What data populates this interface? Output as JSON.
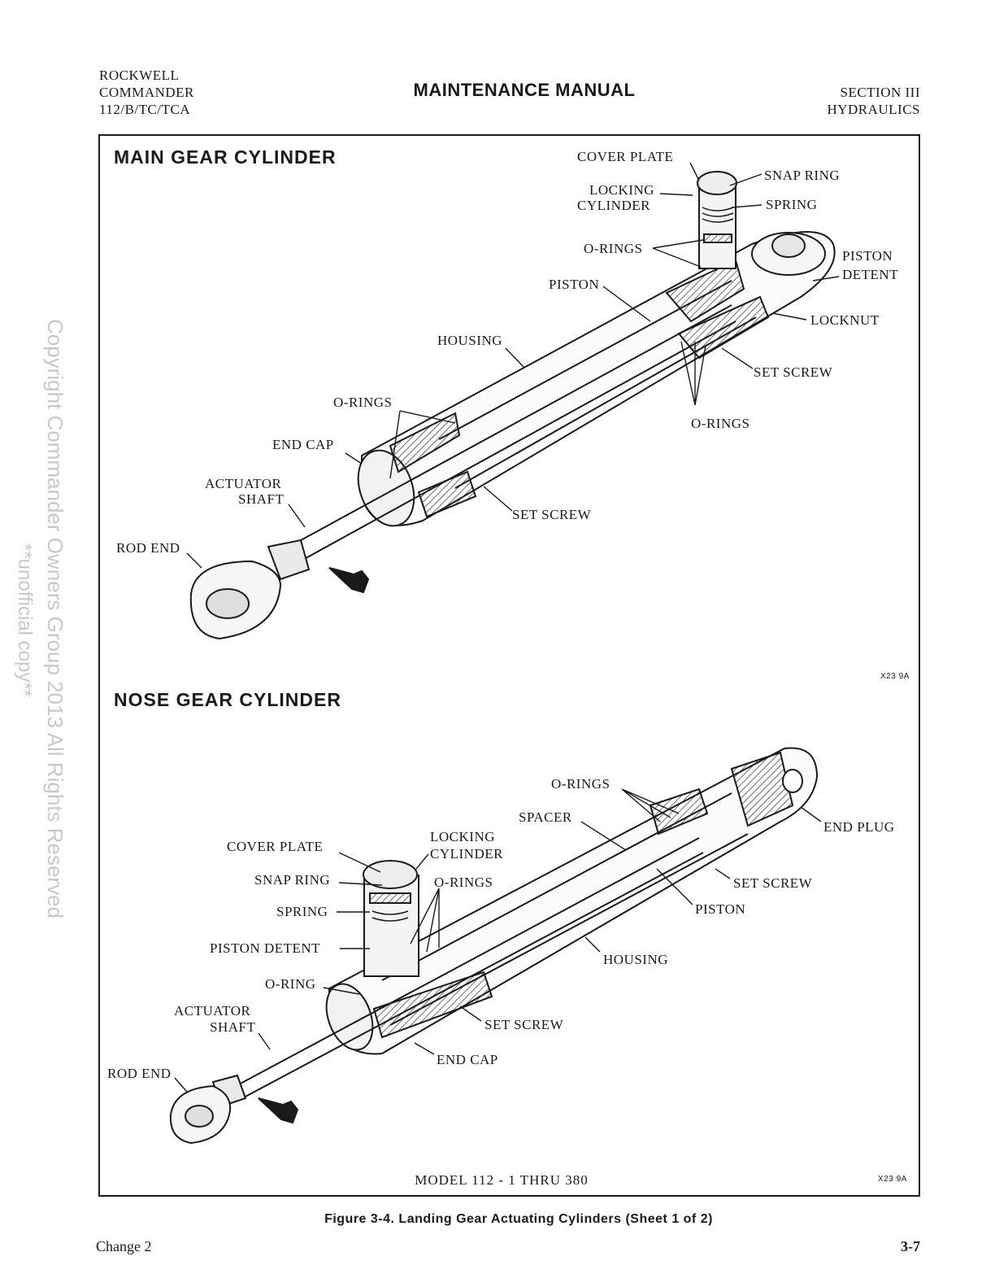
{
  "header": {
    "left_lines": [
      "ROCKWELL",
      "COMMANDER",
      "112/B/TC/TCA"
    ],
    "title": "MAINTENANCE MANUAL",
    "right_lines": [
      "SECTION III",
      "HYDRAULICS"
    ]
  },
  "watermark": {
    "line1": "Copyright Commander Owners Group 2013 All Rights Reserved",
    "line2": "**unofficial copy**"
  },
  "main_gear": {
    "title": "MAIN GEAR CYLINDER",
    "labels": {
      "cover_plate": "COVER PLATE",
      "snap_ring": "SNAP RING",
      "locking": "LOCKING",
      "cylinder": "CYLINDER",
      "spring": "SPRING",
      "o_rings_top": "O-RINGS",
      "piston_detent_1": "PISTON",
      "piston_detent_2": "DETENT",
      "piston": "PISTON",
      "locknut": "LOCKNUT",
      "housing": "HOUSING",
      "set_screw_right": "SET SCREW",
      "o_rings_left": "O-RINGS",
      "o_rings_right": "O-RINGS",
      "end_cap": "END CAP",
      "actuator": "ACTUATOR",
      "shaft": "SHAFT",
      "set_screw_lower": "SET SCREW",
      "rod_end": "ROD END"
    },
    "drawing_code": "X23 9A"
  },
  "nose_gear": {
    "title": "NOSE GEAR CYLINDER",
    "labels": {
      "o_rings_top": "O-RINGS",
      "spacer": "SPACER",
      "end_plug": "END PLUG",
      "locking": "LOCKING",
      "cylinder": "CYLINDER",
      "cover_plate": "COVER PLATE",
      "snap_ring": "SNAP RING",
      "o_rings_mid": "O-RINGS",
      "set_screw_right": "SET SCREW",
      "spring": "SPRING",
      "piston": "PISTON",
      "piston_detent": "PISTON DETENT",
      "housing": "HOUSING",
      "o_ring": "O-RING",
      "actuator": "ACTUATOR",
      "shaft": "SHAFT",
      "set_screw_lower": "SET SCREW",
      "end_cap": "END CAP",
      "rod_end": "ROD END"
    },
    "drawing_code": "X23 9A"
  },
  "model": "MODEL 112 - 1 THRU 380",
  "caption": "Figure 3-4. Landing Gear Actuating Cylinders (Sheet 1 of 2)",
  "footer": {
    "change": "Change 2",
    "page": "3-7"
  }
}
